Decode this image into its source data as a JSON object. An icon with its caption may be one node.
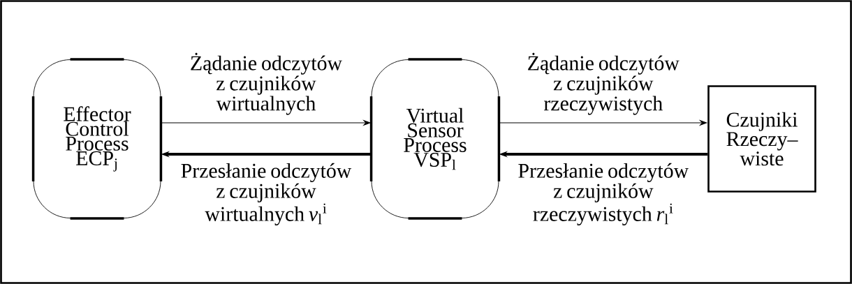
{
  "diagram": {
    "nodes": [
      {
        "text": [
          "Effector Control Process ECP$_{j}$"
        ]
      },
      {
        "text": [
          "Virtual Sensor Process VSP$_{l}$"
        ]
      },
      {
        "text": [
          "Czujniki Rzeczy– wiste"
        ]
      }
    ],
    "edges": [
      {
        "from": 0,
        "to": 1,
        "arrow": "to",
        "label": "Żądanie odczytów z czujników wirtualnych"
      },
      {
        "from": 1,
        "to": 0,
        "arrow": "to",
        "style": "thick",
        "label": "Przesłanie odczytów z czujników wirtualnych *v*$_{l}$$^{i}$"
      },
      {
        "from": 1,
        "to": 2,
        "arrow": "to",
        "label": "Żądanie odczytów z czujników rzeczywistych"
      },
      {
        "from": 2,
        "to": 1,
        "arrow": "to",
        "style": "thick",
        "label": "Przesłanie odczytów z czujników rzeczywistych *r*$_{l}$$^{i}$"
      }
    ]
  }
}
